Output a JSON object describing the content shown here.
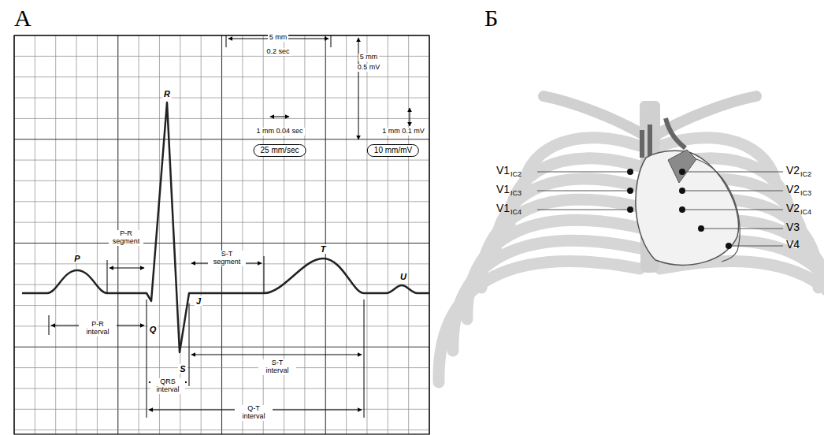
{
  "diagram": {
    "nodes": [
      {
        "text": [
          "25 mm/sec"
        ]
      },
      {
        "text": [
          "10 mm/mV"
        ]
      }
    ],
    "labels": [
      "А",
      "Б",
      "5 mm",
      "0.2 sec",
      "5 mm",
      "0.5 mV",
      "1 mm 0.04 sec",
      "1 mm 0.1 mV",
      "R",
      "P",
      "P-R segment",
      "S-T segment",
      "T",
      "U",
      "J",
      "Q",
      "S",
      "P-R interval",
      "QRS interval",
      "S-T interval",
      "Q-T interval",
      "V1",
      "IC2",
      "V1",
      "IC3",
      "V1",
      "IC4",
      "V2",
      "IC2",
      "V2",
      "IC3",
      "V2",
      "IC4",
      "V3",
      "V4"
    ]
  }
}
